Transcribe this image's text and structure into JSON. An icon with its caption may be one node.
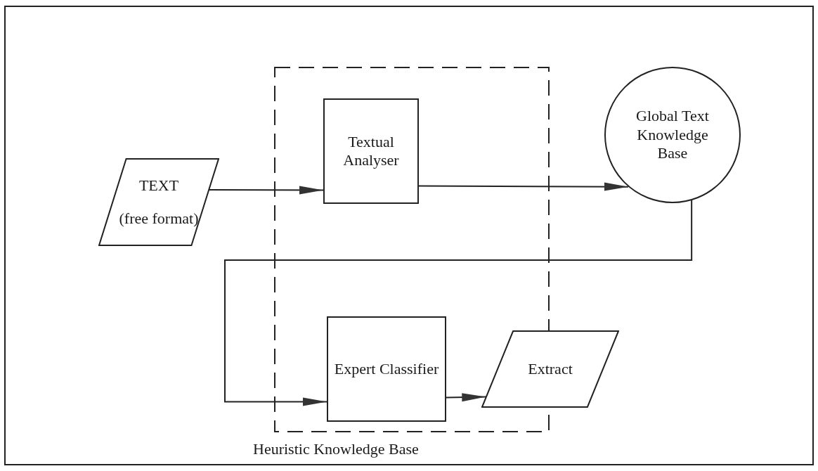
{
  "diagram": {
    "nodes": [
      {
        "text": [
          "TEXT",
          "(free format)"
        ]
      },
      {
        "text": [
          "Heuristic Knowledge Base"
        ]
      },
      {
        "text": [
          "Textual Analyser"
        ],
        "in": 1
      },
      {
        "text": [
          "Global Text Knowledge Base"
        ]
      },
      {
        "text": [
          "Expert Classifier"
        ],
        "in": 1
      },
      {
        "text": [
          "Extract"
        ]
      }
    ],
    "edges": [
      {
        "from": 0,
        "to": 2,
        "arrow": "to"
      },
      {
        "from": 2,
        "to": 3,
        "arrow": "to"
      },
      {
        "from": 3,
        "to": 4,
        "arrow": "to"
      },
      {
        "from": 4,
        "to": 5,
        "arrow": "to"
      }
    ]
  }
}
